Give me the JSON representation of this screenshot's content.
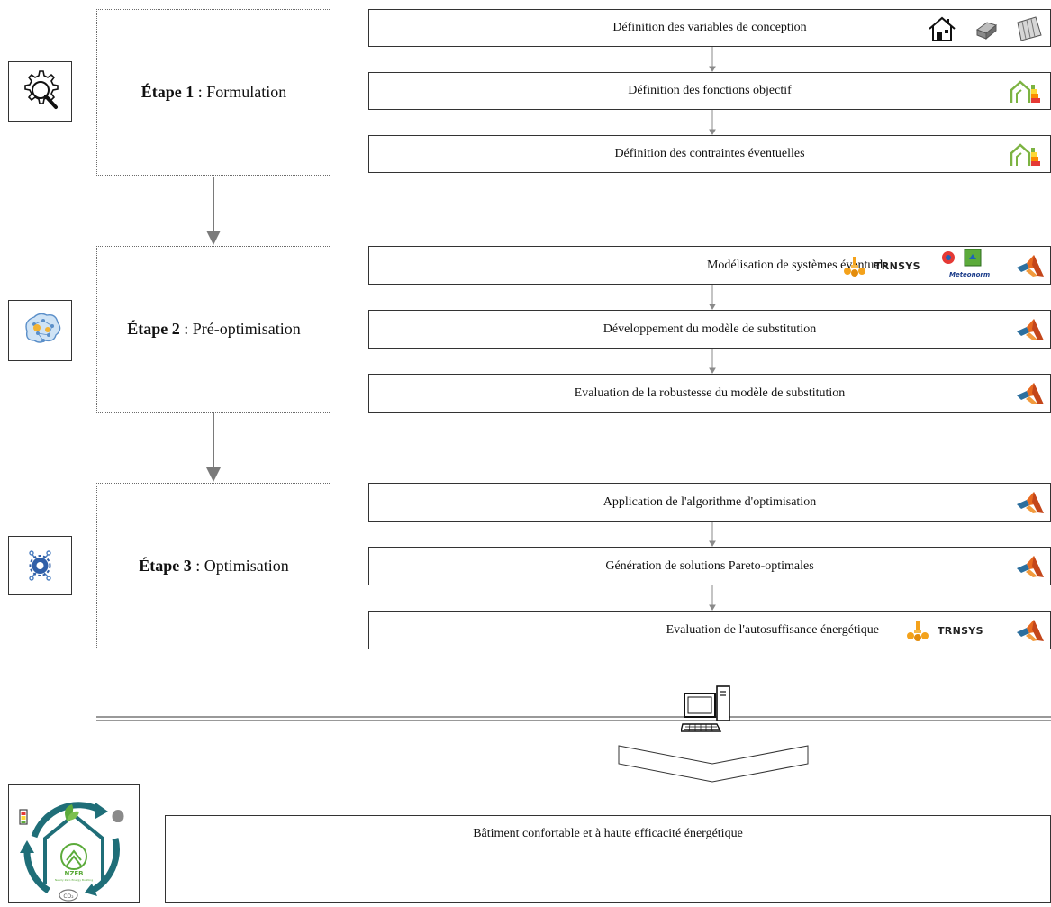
{
  "stages": [
    {
      "title_bold": "Étape 1",
      "title_rest": " : Formulation",
      "tasks": [
        "Définition des variables de conception",
        "Définition des fonctions objectif",
        "Définition des contraintes éventuelles"
      ]
    },
    {
      "title_bold": "Étape 2",
      "title_rest": " : Pré-optimisation",
      "tasks": [
        "Modélisation de systèmes éventuels",
        "Développement du modèle de substitution",
        "Evaluation de la robustesse du modèle de substitution"
      ]
    },
    {
      "title_bold": "Étape 3",
      "title_rest": " : Optimisation",
      "tasks": [
        "Application de l'algorithme d'optimisation",
        "Génération de solutions Pareto-optimales",
        "Evaluation de l'autosuffisance énergétique"
      ]
    }
  ],
  "tools": {
    "trnsys": "TRNSYS",
    "meteonorm": "Meteonorm"
  },
  "logo_text": {
    "nzeb": "NZEB",
    "nzeb_sub": "Nearly Zero Energy Building",
    "co2": "CO₂"
  },
  "result": {
    "label": "Bâtiment confortable et à haute efficacité énergétique"
  },
  "icons": {
    "stage_1": "gear-search-icon",
    "stage_2": "brain-network-icon",
    "stage_3": "gear-circuit-icon",
    "computer": "desktop-computer-icon",
    "matlab": "matlab-logo-icon",
    "house": "house-icon",
    "energy_label": "energy-label-icon"
  },
  "colors": {
    "matlab_orange": "#e86a1f",
    "matlab_blue": "#2c6f9e",
    "energy_green": "#7cb342",
    "trnsys_orange": "#f4a21b",
    "nzeb_teal": "#1f6e78",
    "nzeb_green": "#5cab3b"
  }
}
